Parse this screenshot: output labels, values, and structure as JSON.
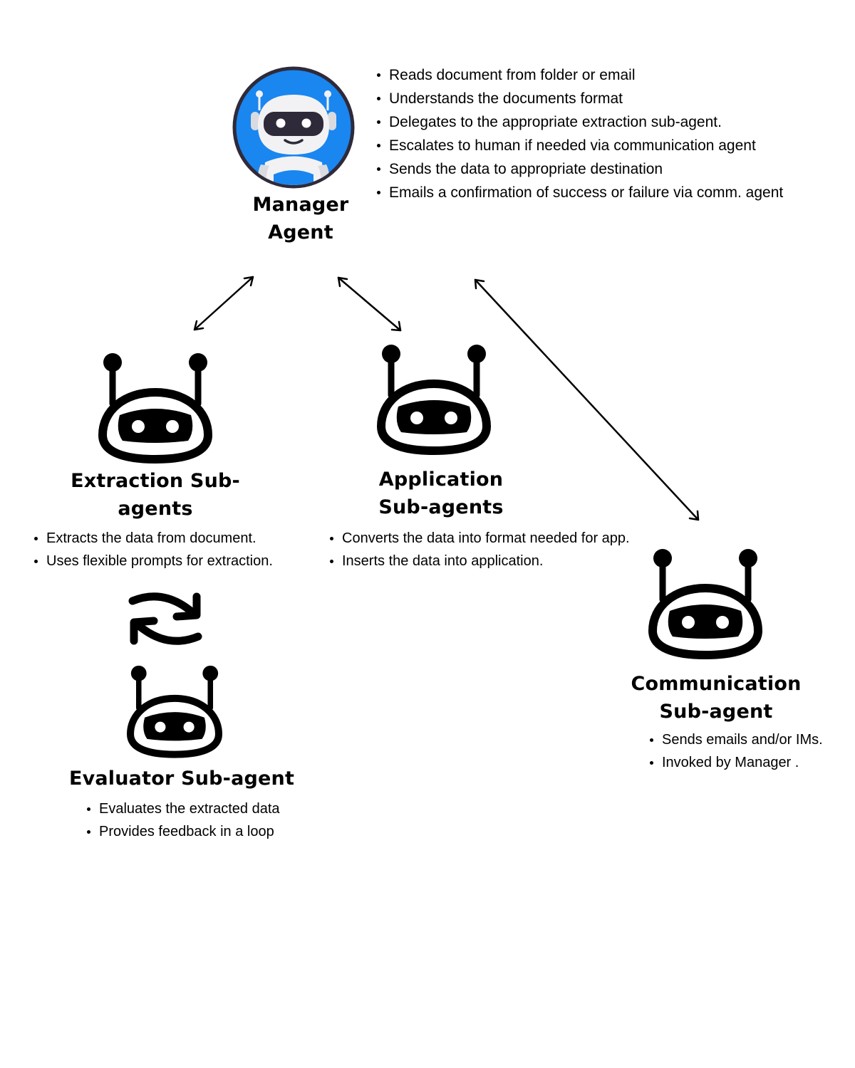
{
  "colors": {
    "manager_bg": "#1a86f0",
    "manager_ring": "#2f2a3a",
    "visor": "#2f2a3a",
    "robot_body": "#f2f2f4",
    "ink": "#000000"
  },
  "manager": {
    "icon": "robot-avatar-icon",
    "title_line1": "Manager",
    "title_line2": "Agent",
    "bullets": [
      "Reads document from folder or email",
      "Understands the documents format",
      "Delegates to the appropriate extraction sub-agent.",
      "Escalates to human if needed via communication agent",
      "Sends the data to appropriate destination",
      "Emails a confirmation of success or failure via comm. agent"
    ]
  },
  "extraction": {
    "icon": "robot-head-icon",
    "title_line1": "Extraction Sub-",
    "title_line2": "agents",
    "bullets": [
      "Extracts the data from document.",
      "Uses flexible prompts for extraction."
    ]
  },
  "application": {
    "icon": "robot-head-icon",
    "title_line1": "Application",
    "title_line2": "Sub-agents",
    "bullets": [
      "Converts the data into format needed for app.",
      "Inserts the data into application."
    ]
  },
  "communication": {
    "icon": "robot-head-icon",
    "title_line1": "Communication",
    "title_line2": "Sub-agent",
    "bullets": [
      "Sends emails and/or IMs.",
      "Invoked by Manager ."
    ]
  },
  "evaluator": {
    "icon": "robot-head-icon",
    "title": "Evaluator Sub-agent",
    "bullets": [
      "Evaluates the extracted data",
      "Provides feedback in a loop"
    ]
  },
  "loop_icon": "refresh-loop-icon",
  "connectors": [
    {
      "from": "manager",
      "to": "extraction",
      "type": "bidirectional-arrow"
    },
    {
      "from": "manager",
      "to": "application",
      "type": "bidirectional-arrow"
    },
    {
      "from": "manager",
      "to": "communication",
      "type": "bidirectional-arrow"
    }
  ]
}
